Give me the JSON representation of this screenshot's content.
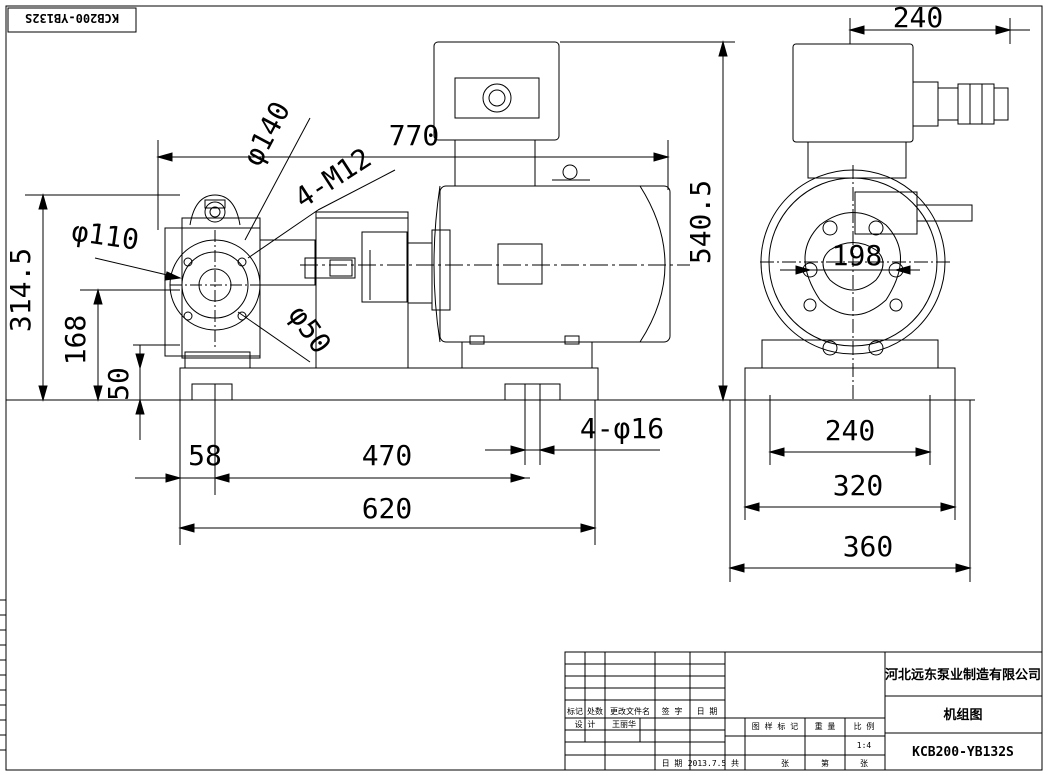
{
  "drawing_code_mirrored": "KCB200-YB132S",
  "dimensions": {
    "d240_top": "240",
    "d770": "770",
    "d540_5": "540.5",
    "d314_5": "314.5",
    "d168": "168",
    "d50": "50",
    "phi140": "φ140",
    "phi110": "φ110",
    "m12": "4-M12",
    "phi50": "φ50",
    "d198": "198",
    "d58": "58",
    "d470": "470",
    "d620": "620",
    "phi16": "4-φ16",
    "d240_bot": "240",
    "d320": "320",
    "d360": "360"
  },
  "title_block": {
    "company": "河北远东泵业制造有限公司",
    "drawing_name": "机组图",
    "drawing_number": "KCB200-YB132S",
    "scale": "1:4",
    "date": "2013.7.5",
    "designer_name": "王丽华",
    "labels": {
      "mark": "标记",
      "count": "处数",
      "change_doc": "更改文件名",
      "sign": "签 字",
      "date_h": "日 期",
      "design": "设 计",
      "stage_mark": "图 样 标 记",
      "weight": "重 量",
      "scale_h": "比 例",
      "date_l": "日 期",
      "total": "共",
      "sheet": "张",
      "page": "第",
      "sheet2": "张"
    }
  }
}
